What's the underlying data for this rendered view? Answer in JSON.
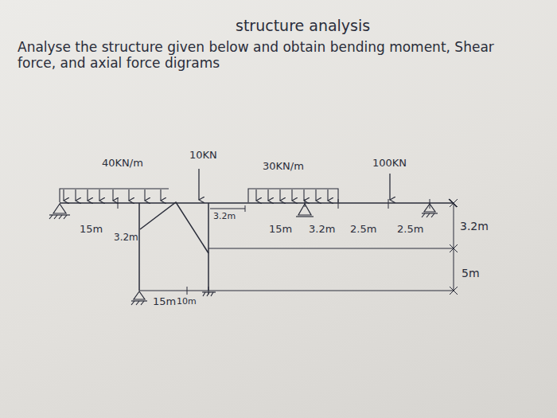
{
  "diagram": {
    "title": "structure analysis",
    "labels": [
      "Analyse the structure given below and obtain bending moment, Shear force, and axial force digrams",
      "40KN/m",
      "10KN",
      "30KN/m",
      "100KN",
      "15m",
      "3.2m",
      "3.2m",
      "15m",
      "3.2m",
      "2.5m",
      "2.5m",
      "3.2m",
      "5m",
      "15m",
      "10m"
    ]
  }
}
